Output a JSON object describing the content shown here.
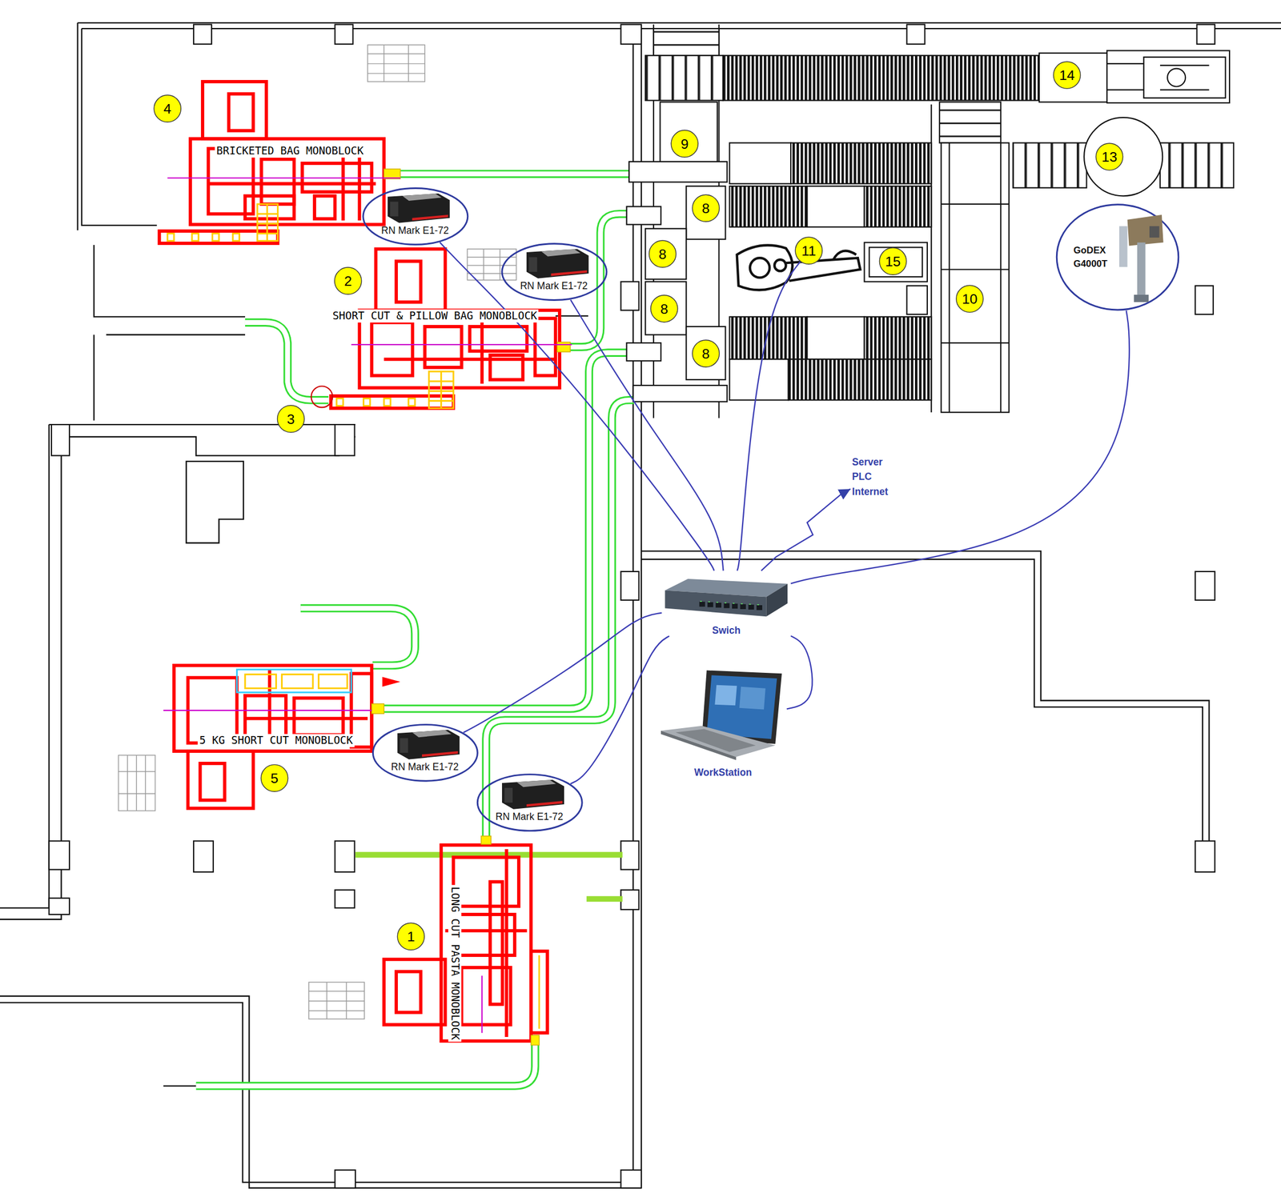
{
  "diagram": {
    "nodes": [
      {
        "text": [
          "4"
        ]
      },
      {
        "text": [
          "RN Mark E1-72"
        ]
      },
      {
        "text": [
          "RN Mark E1-72"
        ]
      },
      {
        "text": [
          "2"
        ]
      },
      {
        "text": [
          "3"
        ]
      },
      {
        "text": [
          "9"
        ]
      },
      {
        "text": [
          "8"
        ]
      },
      {
        "text": [
          "8"
        ]
      },
      {
        "text": [
          "8"
        ]
      },
      {
        "text": [
          "8"
        ]
      },
      {
        "text": [
          "11"
        ]
      },
      {
        "text": [
          "15"
        ]
      },
      {
        "text": [
          "10"
        ]
      },
      {
        "text": [
          "14"
        ]
      },
      {
        "text": [
          "13"
        ]
      },
      {
        "text": [
          "GoDEX G4000T"
        ]
      },
      {
        "text": [
          "Server PLC Internet"
        ]
      },
      {
        "text": [
          "Swich"
        ]
      },
      {
        "text": [
          "WorkStation"
        ]
      },
      {
        "text": [
          "RN Mark E1-72"
        ]
      },
      {
        "text": [
          "5"
        ]
      },
      {
        "text": [
          "RN Mark E1-72"
        ]
      },
      {
        "text": [
          "1"
        ]
      }
    ],
    "edges": [
      {
        "from": 1,
        "to": 17,
        "arrow": "none"
      },
      {
        "from": 2,
        "to": 17,
        "arrow": "none"
      },
      {
        "from": 10,
        "to": 17,
        "arrow": "none"
      },
      {
        "from": 15,
        "to": 17,
        "arrow": "none"
      },
      {
        "from": 19,
        "to": 17,
        "arrow": "none"
      },
      {
        "from": 21,
        "to": 17,
        "arrow": "none"
      },
      {
        "from": 17,
        "to": 18,
        "arrow": "none"
      },
      {
        "from": 17,
        "to": 16,
        "arrow": "to"
      }
    ],
    "labels": [
      "BRICKETED BAG MONOBLOCK",
      "SHORT CUT & PILLOW BAG MONOBLOCK",
      "5 KG SHORT CUT MONOBLOCK",
      "LONG CUT PASTA MONOBLOCK"
    ]
  }
}
